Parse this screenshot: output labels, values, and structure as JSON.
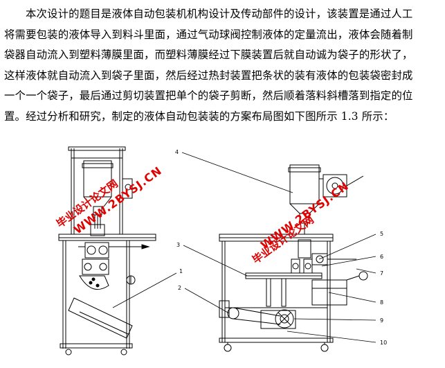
{
  "paragraph": {
    "lines": [
      "本次设计的题目是液体自动包装机机构设计及传动部件的设计，该装置是通过人工",
      "将需要包装的液体导入到料斗里面，通过气动球阀控制液体的定量流出，液体会随着制",
      "袋器自动流入到塑料薄膜里面，而塑料薄膜经过下膜装置后就自动诚为袋子的形状了，",
      "这样液体就自动流入到袋子里面，然后经过热封装置把条状的装有液体的包装袋密封成",
      "一个一个袋子，最后通过剪切装置把单个的袋子剪断，然后顺着落料斜槽落到指定的位",
      "置。经过分析和研究，制定的液体自动包装装的方案布局图如下图所示 1.3 所示："
    ]
  },
  "figure": {
    "callouts": [
      "1",
      "2",
      "3",
      "4",
      "5",
      "6",
      "7",
      "8",
      "9",
      "10"
    ]
  },
  "watermarks": {
    "left_cn": "毕业设计论文网",
    "left_url": "WWW.2BYSJ.CN",
    "right_cn": "毕业设计论文网",
    "right_url": "WWW.2BYSJ.CN"
  }
}
